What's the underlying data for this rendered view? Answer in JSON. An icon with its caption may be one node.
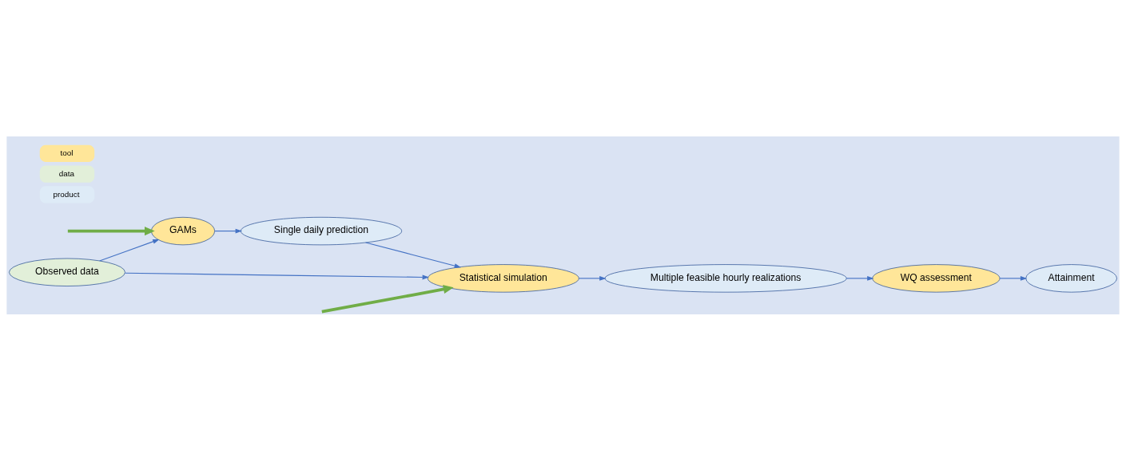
{
  "diagram": {
    "nodes": [
      {
        "text": [
          "GAMs"
        ]
      },
      {
        "text": [
          "WQ assessment"
        ]
      },
      {
        "text": [
          "Observed data"
        ]
      },
      {
        "text": [
          "Single daily prediction"
        ]
      },
      {
        "text": [
          "Multiple feasible hourly realizations"
        ]
      },
      {
        "text": [
          "Attainment"
        ]
      },
      {
        "text": [
          "Statistical simulation"
        ]
      }
    ],
    "edges": [
      {
        "from": 2,
        "to": 0,
        "arrow": "to"
      },
      {
        "from": 0,
        "to": 3,
        "arrow": "to"
      },
      {
        "from": 3,
        "to": 6,
        "arrow": "to"
      },
      {
        "from": 2,
        "to": 6,
        "arrow": "to"
      },
      {
        "from": 6,
        "to": 4,
        "arrow": "to"
      },
      {
        "from": 4,
        "to": 1,
        "arrow": "to"
      },
      {
        "from": 1,
        "to": 5,
        "arrow": "to"
      },
      {
        "from": null,
        "to": 0,
        "arrow": "to",
        "style": "thick",
        "color": "#70ad47"
      },
      {
        "from": null,
        "to": 6,
        "arrow": "to",
        "style": "thick",
        "color": "#70ad47"
      }
    ],
    "legend": [
      {
        "text": "tool",
        "color": "#ffe699"
      },
      {
        "text": "data",
        "color": "#e2efd9"
      },
      {
        "text": "product",
        "color": "#deebf7"
      }
    ]
  }
}
